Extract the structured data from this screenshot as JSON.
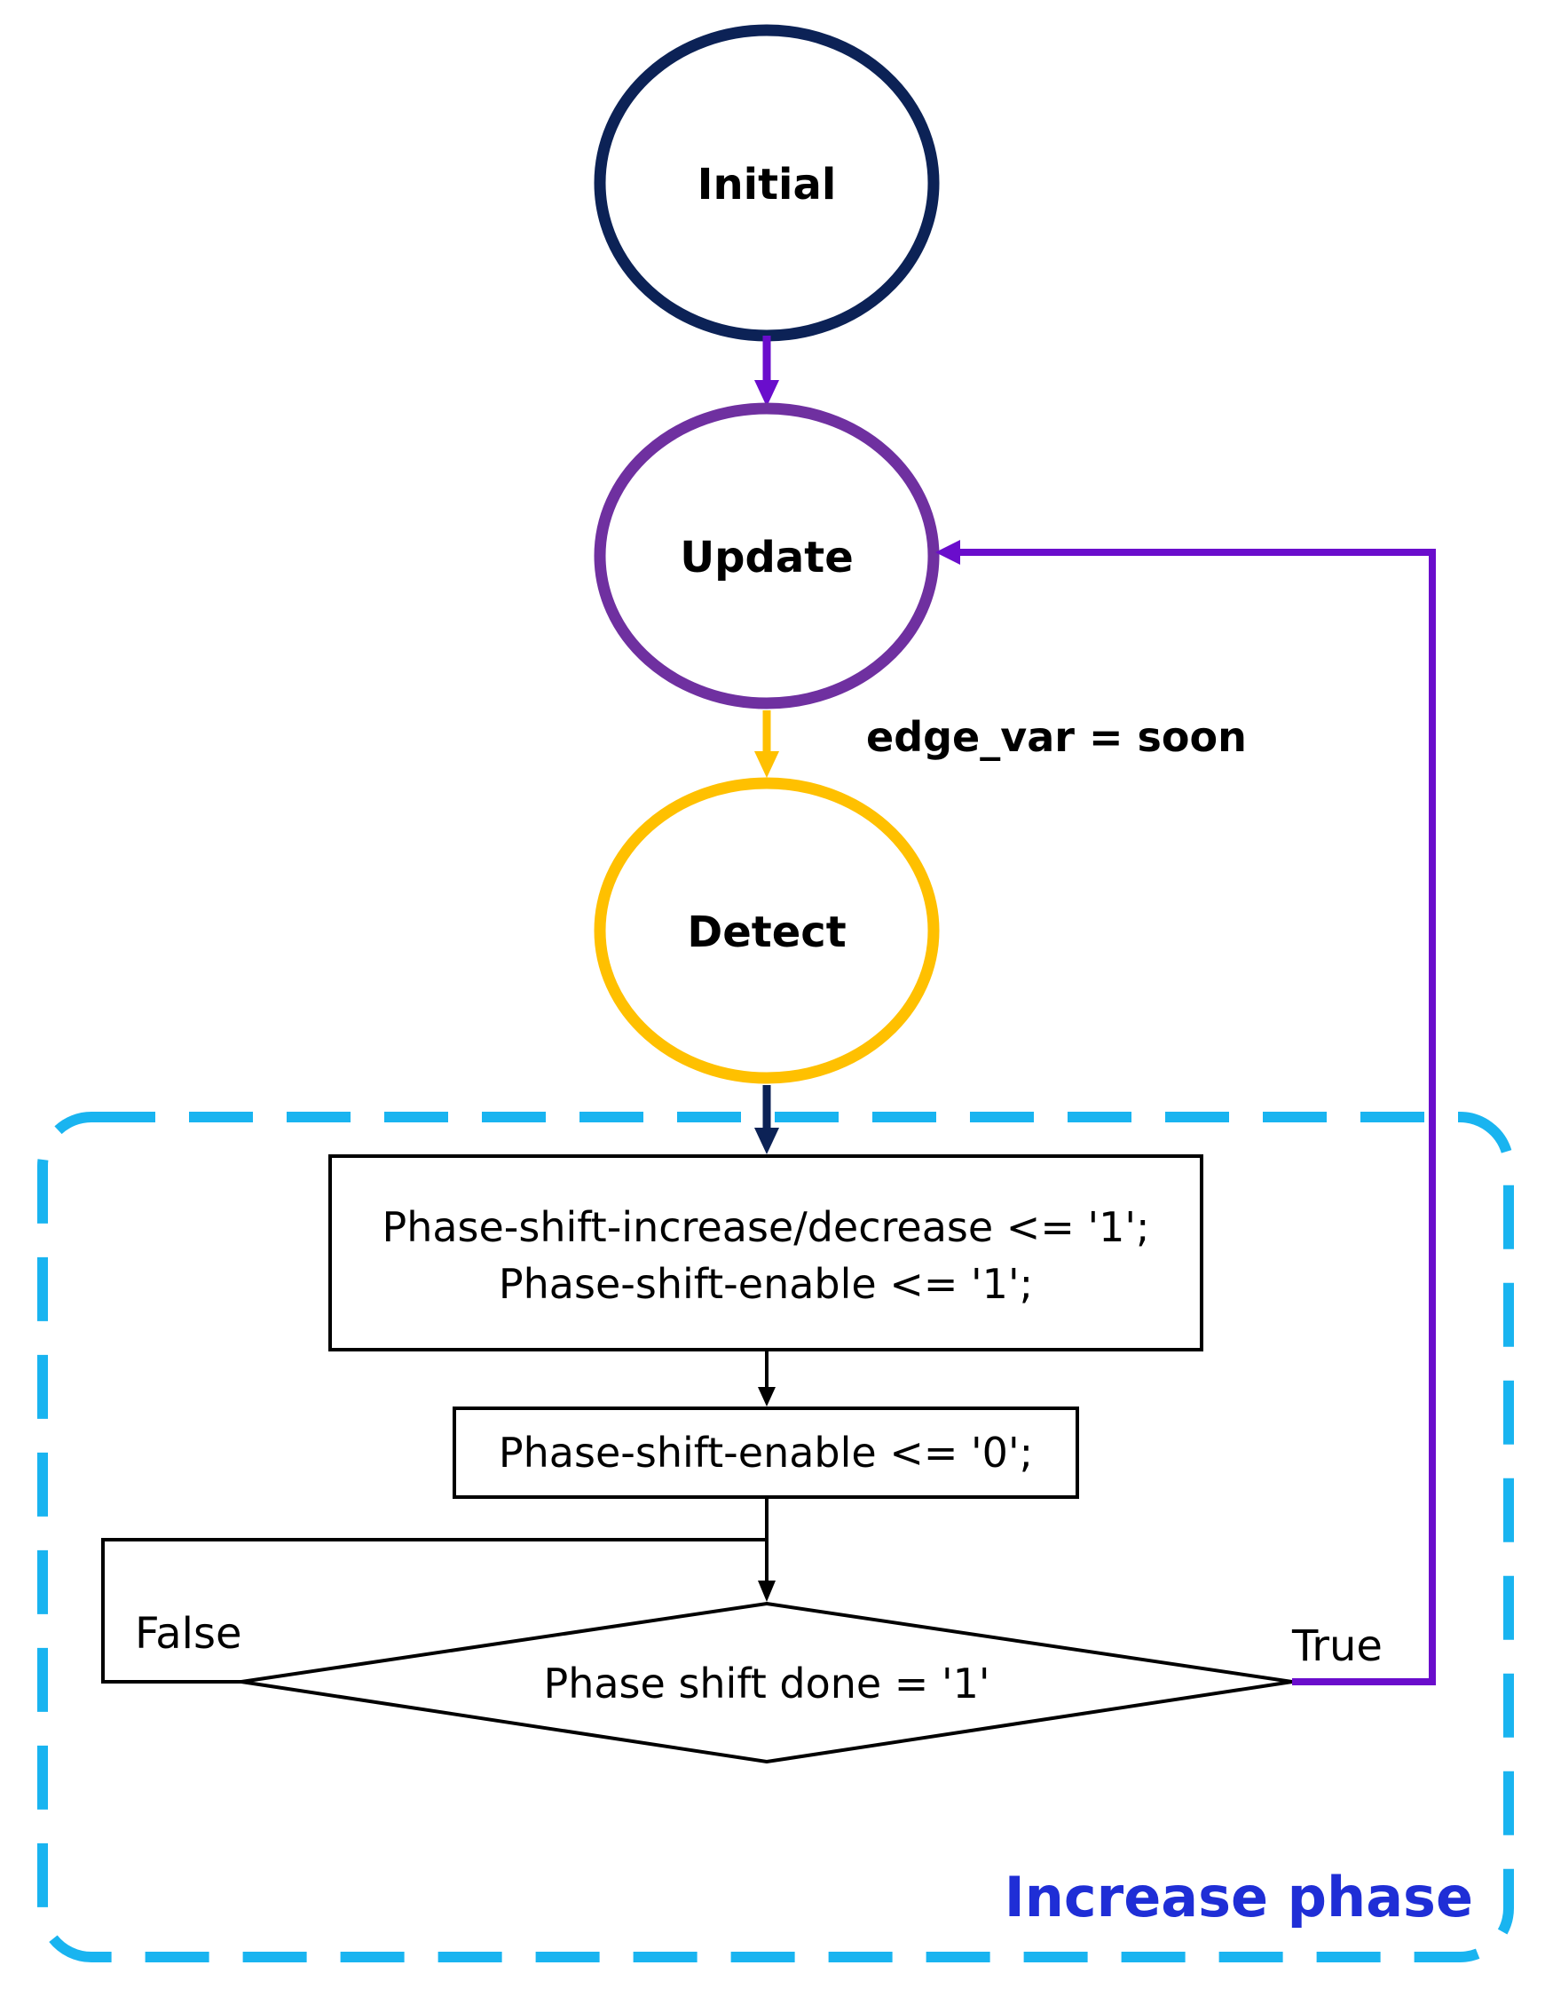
{
  "diagram": {
    "states": {
      "initial": "Initial",
      "update": "Update",
      "detect": "Detect"
    },
    "condition": "edge_var = soon",
    "group_title": "Increase phase",
    "box1": {
      "line1": "Phase-shift-increase/decrease <= '1';",
      "line2": "Phase-shift-enable <= '1';"
    },
    "box2": "Phase-shift-enable <= '0';",
    "decision": "Phase shift done = '1'",
    "false_label": "False",
    "true_label": "True"
  },
  "colors": {
    "initial_stroke": "#0c2256",
    "update_stroke": "#6f30a0",
    "detect_stroke": "#ffc000",
    "purple_arrow": "#6a0dcc",
    "orange_arrow": "#ffc000",
    "navy_arrow": "#0c2256",
    "group_border": "#19b4f0",
    "group_title": "#1f2ed6",
    "black": "#000000"
  }
}
